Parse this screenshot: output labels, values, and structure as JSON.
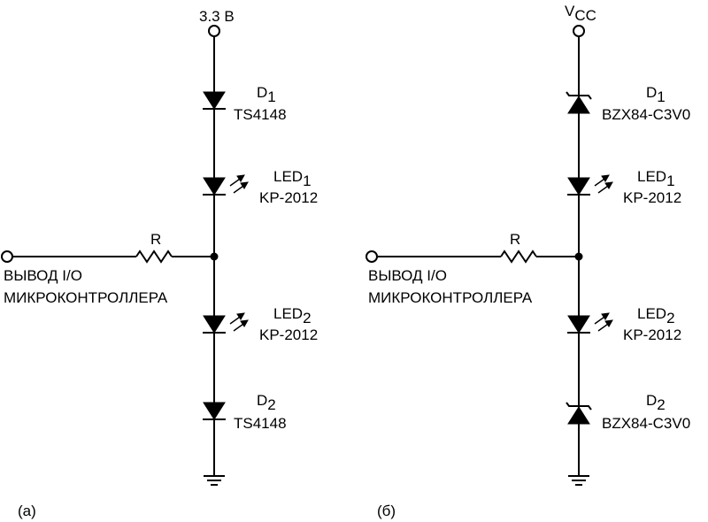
{
  "circuit_a": {
    "supply_label": "3.3 В",
    "d1": {
      "ref": "D",
      "sub": "1",
      "part": "TS4148"
    },
    "led1": {
      "ref": "LED",
      "sub": "1",
      "part": "KP-2012"
    },
    "resistor_label": "R",
    "io_line1": "ВЫВОД I/O",
    "io_line2": "МИКРОКОНТРОЛЛЕРА",
    "led2": {
      "ref": "LED",
      "sub": "2",
      "part": "KP-2012"
    },
    "d2": {
      "ref": "D",
      "sub": "2",
      "part": "TS4148"
    },
    "caption": "(а)"
  },
  "circuit_b": {
    "supply_label": "V",
    "supply_sub": "CC",
    "d1": {
      "ref": "D",
      "sub": "1",
      "part": "BZX84-C3V0"
    },
    "led1": {
      "ref": "LED",
      "sub": "1",
      "part": "KP-2012"
    },
    "resistor_label": "R",
    "io_line1": "ВЫВОД I/O",
    "io_line2": "МИКРОКОНТРОЛЛЕРА",
    "led2": {
      "ref": "LED",
      "sub": "2",
      "part": "KP-2012"
    },
    "d2": {
      "ref": "D",
      "sub": "2",
      "part": "BZX84-C3V0"
    },
    "caption": "(б)"
  }
}
